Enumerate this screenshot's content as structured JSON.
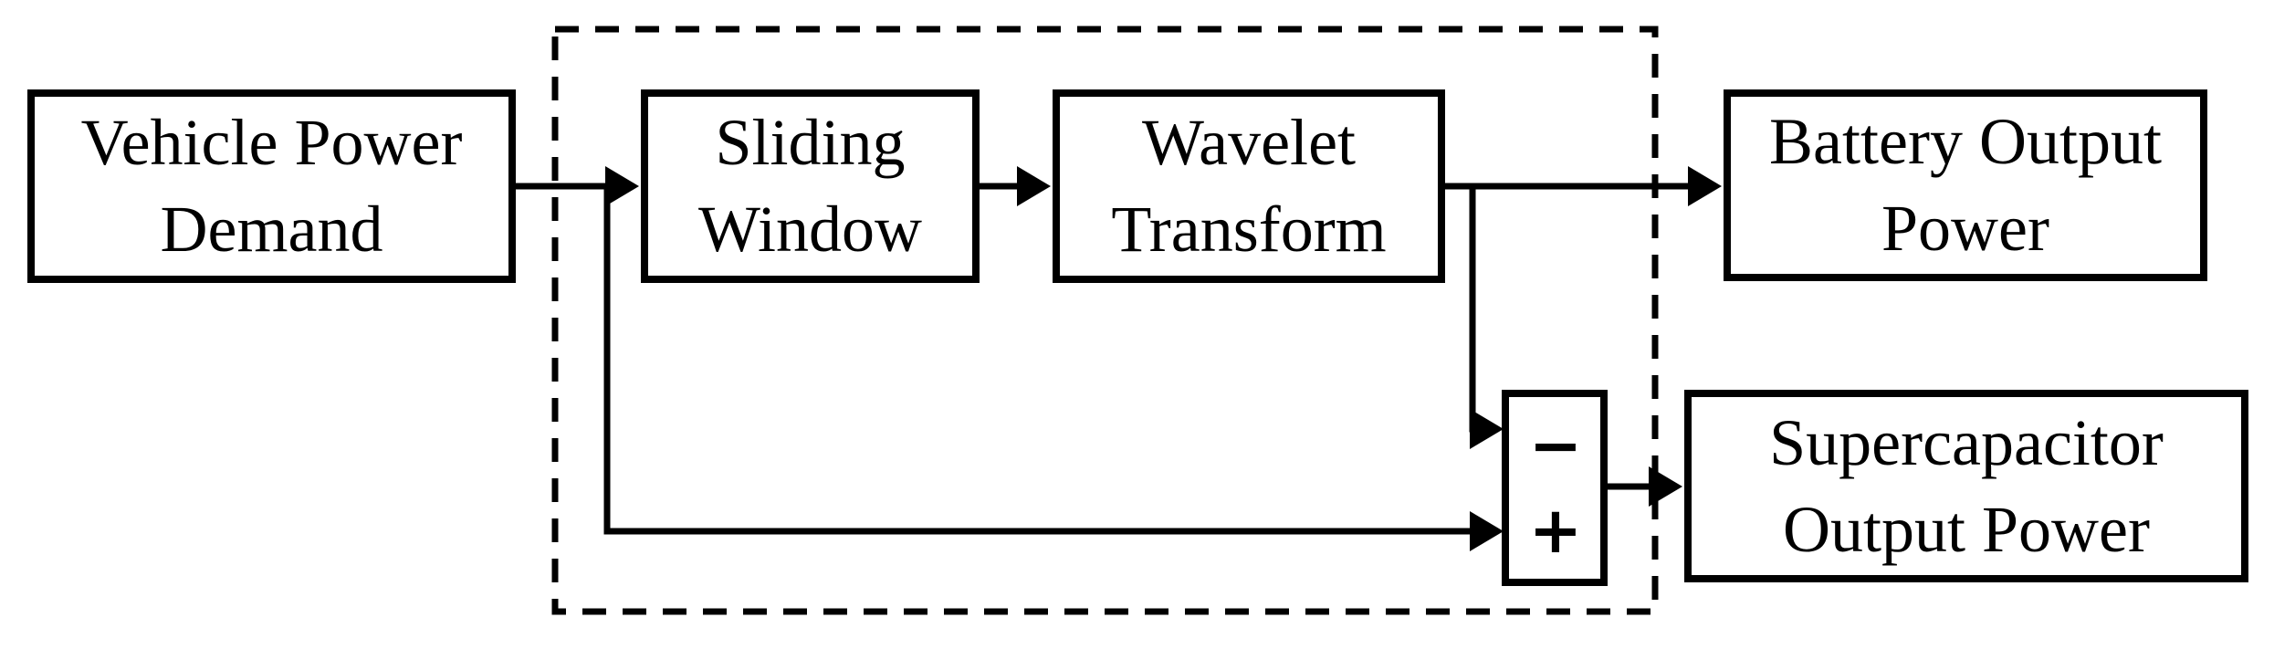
{
  "colors": {
    "line": "#000000",
    "background": "#ffffff"
  },
  "nodes": {
    "vehicle": {
      "line1": "Vehicle Power",
      "line2": "Demand"
    },
    "sliding": {
      "line1": "Sliding",
      "line2": "Window"
    },
    "wavelet": {
      "line1": "Wavelet",
      "line2": "Transform"
    },
    "battery": {
      "line1": "Battery Output",
      "line2": "Power"
    },
    "supercap": {
      "line1": "Supercapacitor",
      "line2": "Output Power"
    }
  },
  "summing_junction": {
    "minus": "−",
    "plus": "+"
  }
}
